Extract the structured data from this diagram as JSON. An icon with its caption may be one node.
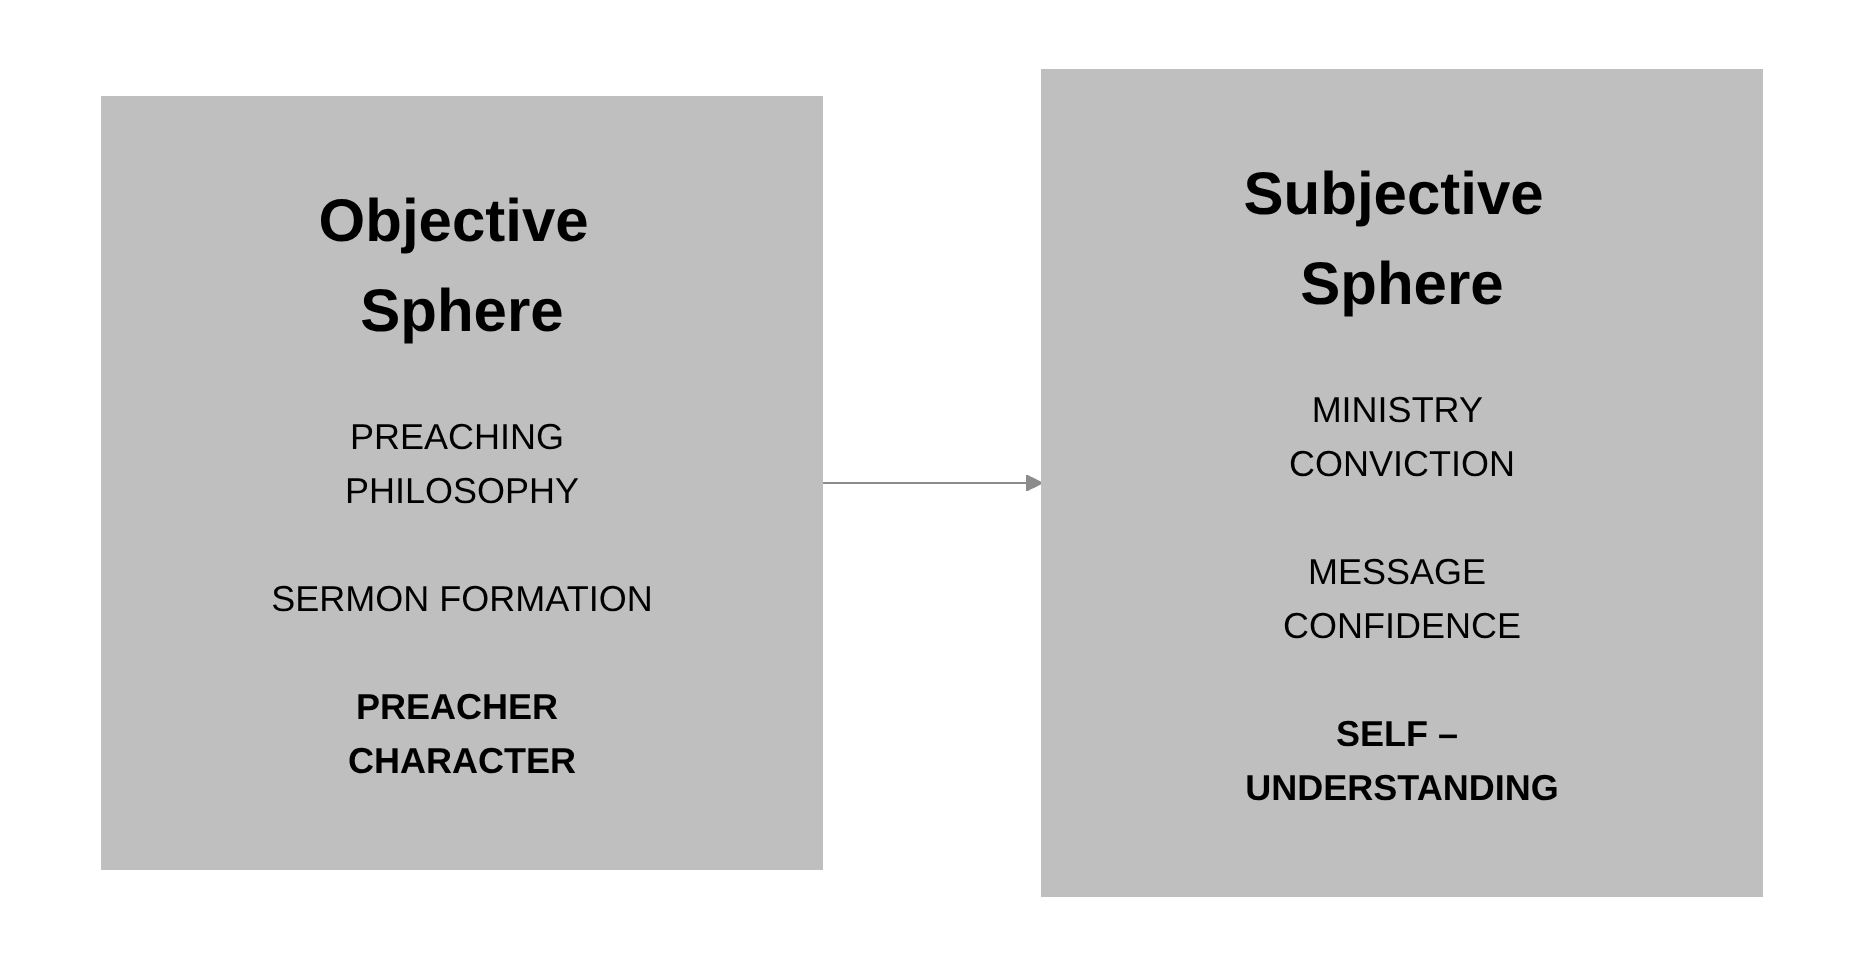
{
  "diagram": {
    "nodes": [
      {
        "text": [
          "Objective Sphere",
          "PREACHING PHILOSOPHY",
          "SERMON FORMATION",
          "PREACHER CHARACTER"
        ]
      },
      {
        "text": [
          "Subjective Sphere",
          "MINISTRY CONVICTION",
          "MESSAGE CONFIDENCE",
          "SELF – UNDERSTANDING"
        ]
      }
    ],
    "edges": [
      {
        "from": 0,
        "to": 1,
        "arrow": "to"
      }
    ]
  }
}
